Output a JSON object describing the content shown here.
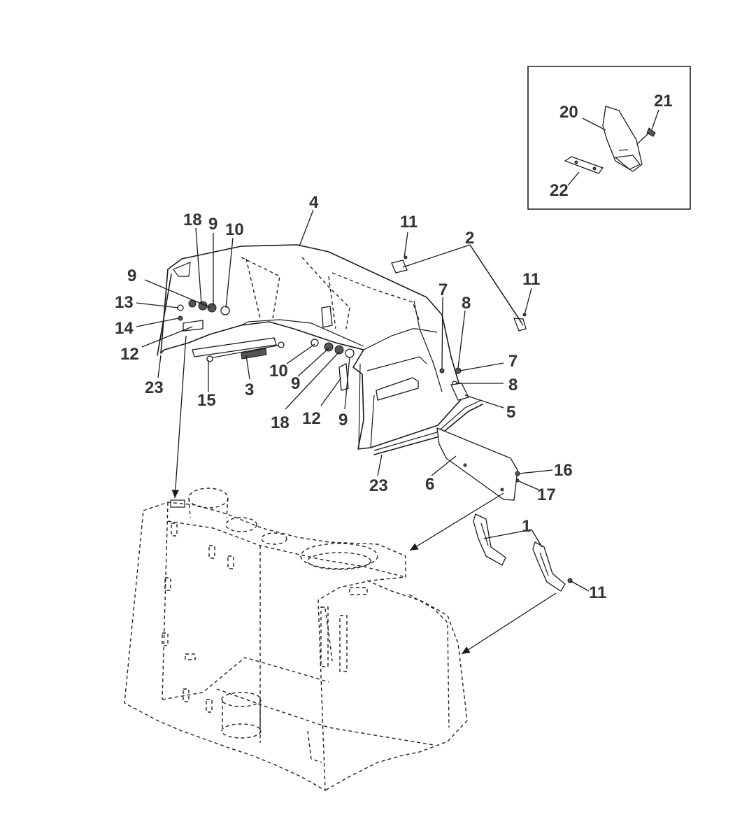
{
  "labels": {
    "l1": "1",
    "l2": "2",
    "l3": "3",
    "l4": "4",
    "l5": "5",
    "l6": "6",
    "l7a": "7",
    "l7b": "7",
    "l8a": "8",
    "l8b": "8",
    "l9a": "9",
    "l9b": "9",
    "l9c": "9",
    "l9d": "9",
    "l10a": "10",
    "l10b": "10",
    "l11a": "11",
    "l11b": "11",
    "l11c": "11",
    "l12a": "12",
    "l12b": "12",
    "l13": "13",
    "l14": "14",
    "l15": "15",
    "l16": "16",
    "l17": "17",
    "l18a": "18",
    "l18b": "18",
    "l20": "20",
    "l21": "21",
    "l22": "22",
    "l23a": "23",
    "l23b": "23"
  }
}
